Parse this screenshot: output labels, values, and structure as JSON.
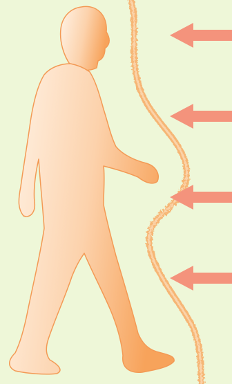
{
  "colors": {
    "background": "#eef7d8",
    "figure_light": "#fff0e2",
    "figure_dark": "#f7a35b",
    "figure_outline": "#f39a55",
    "boundary": "#f6b675",
    "arrow": "#f4937c"
  },
  "diagram": {
    "figure": "walking-person-silhouette",
    "boundary": "wavy-boundary-line",
    "arrows": [
      {
        "id": "arrow-1",
        "direction": "left"
      },
      {
        "id": "arrow-2",
        "direction": "left"
      },
      {
        "id": "arrow-3",
        "direction": "left"
      },
      {
        "id": "arrow-4",
        "direction": "left"
      }
    ]
  }
}
